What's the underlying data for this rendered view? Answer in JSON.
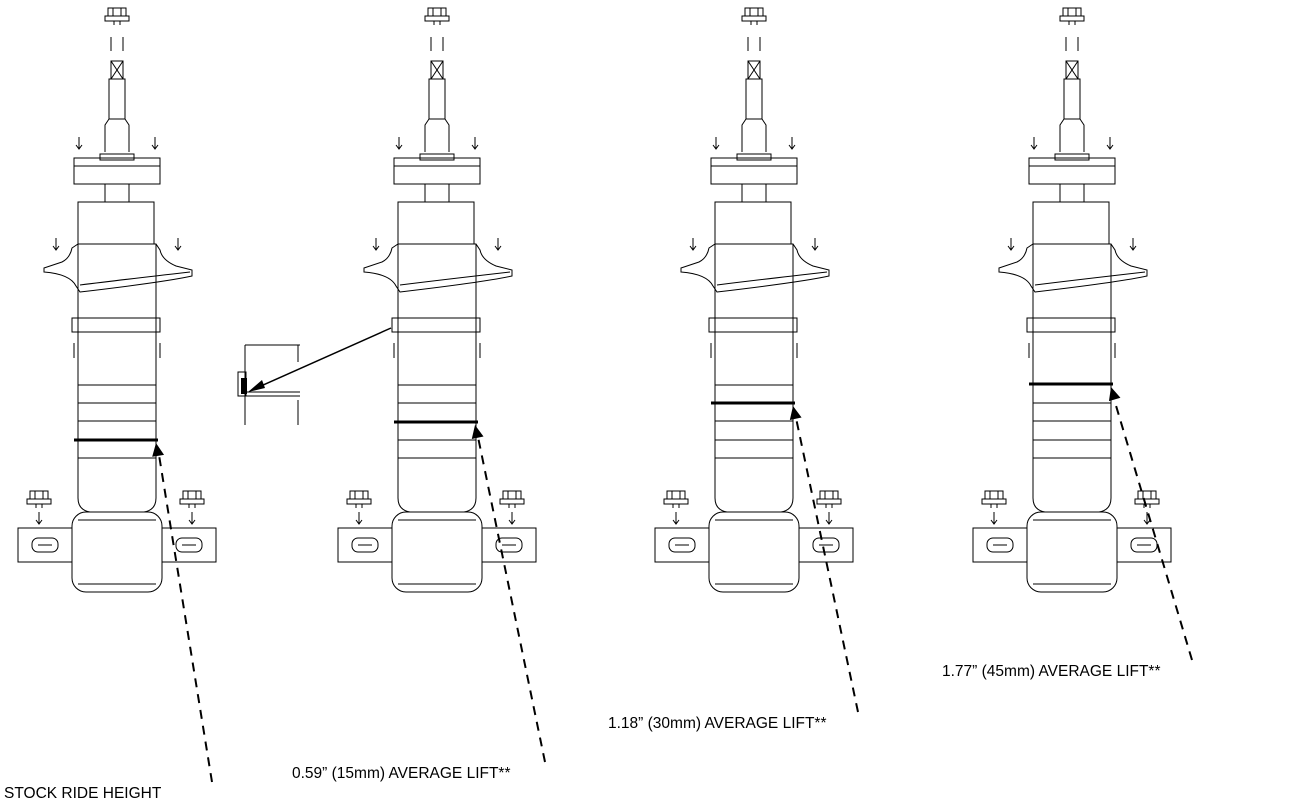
{
  "callouts": [
    {
      "id": "stock",
      "label": "STOCK RIDE HEIGHT"
    },
    {
      "id": "lift15",
      "label": "0.59” (15mm) AVERAGE LIFT**"
    },
    {
      "id": "lift30",
      "label": "1.18” (30mm) AVERAGE LIFT**"
    },
    {
      "id": "lift45",
      "label": "1.77” (45mm) AVERAGE LIFT**"
    }
  ],
  "colors": {
    "line": "#000000",
    "background": "#ffffff"
  }
}
